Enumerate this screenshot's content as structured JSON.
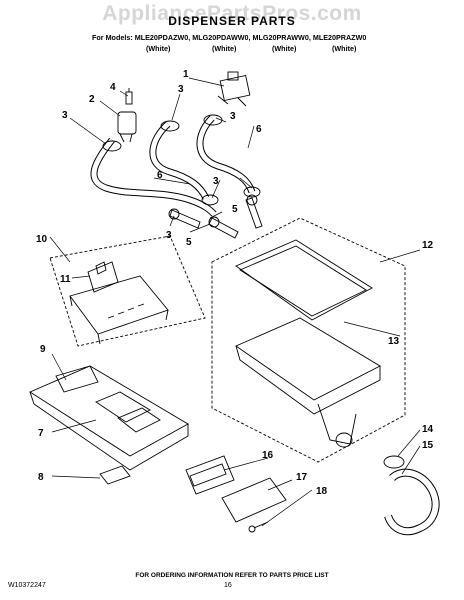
{
  "header": {
    "watermark": "AppliancePartsPros.com",
    "title": "DISPENSER PARTS",
    "models": "For Models: MLE20PDAZW0, MLG20PDAWW0, MLG20PRAWW0, MLE20PRAZW0",
    "colors": [
      "(White)",
      "(White)",
      "(White)",
      "(White)"
    ]
  },
  "callouts": [
    "1",
    "2",
    "3",
    "3",
    "3",
    "3",
    "3",
    "4",
    "5",
    "5",
    "6",
    "6",
    "7",
    "8",
    "9",
    "10",
    "11",
    "12",
    "13",
    "14",
    "15",
    "16",
    "17",
    "18"
  ],
  "footer": {
    "doc_number": "W10372247",
    "ordering_note": "FOR ORDERING INFORMATION REFER TO PARTS PRICE LIST",
    "page": "16"
  }
}
